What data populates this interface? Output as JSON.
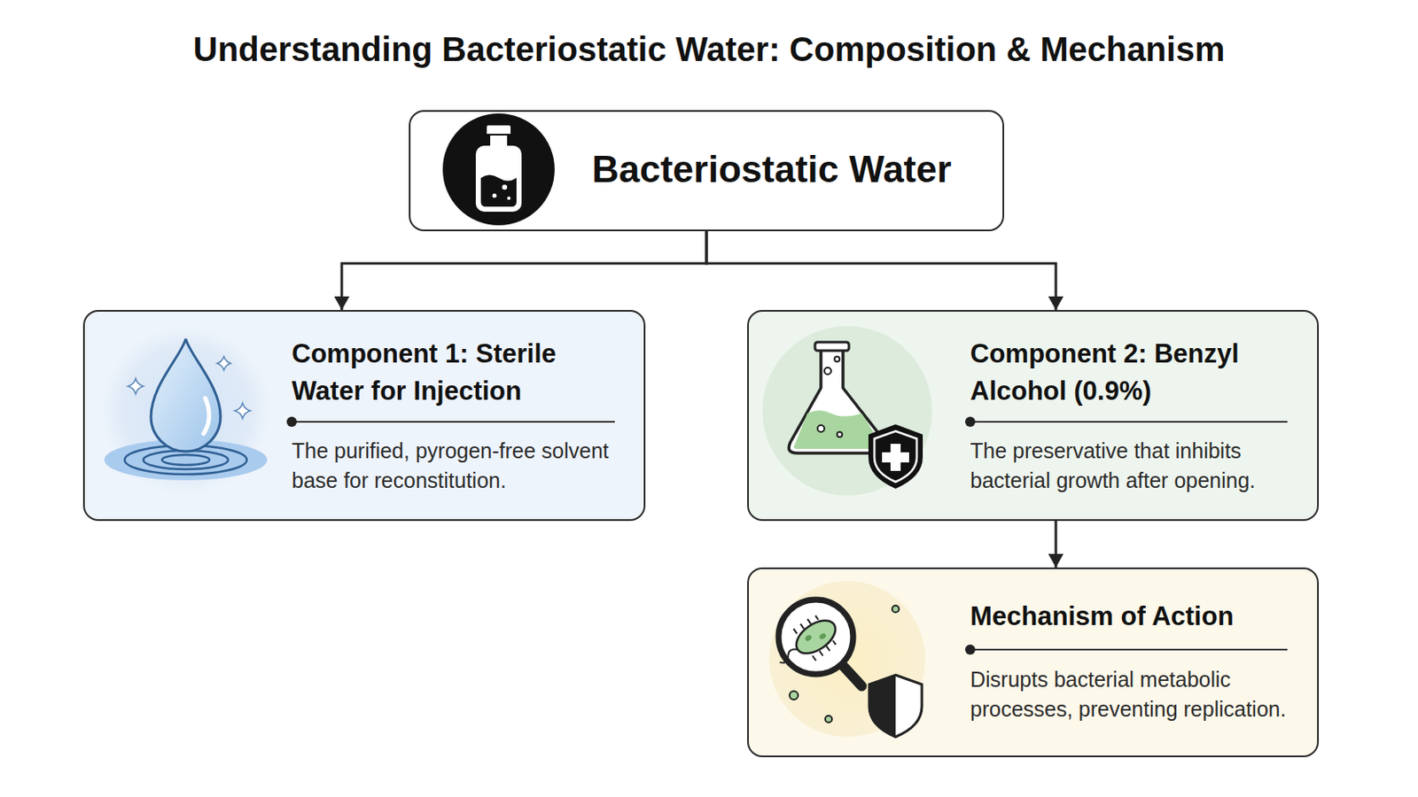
{
  "diagram": {
    "title": "Understanding Bacteriostatic Water: Composition & Mechanism",
    "nodes": [
      {
        "text": [
          "Bacteriostatic Water"
        ]
      },
      {
        "text": [
          "Component 1: Sterile Water for Injection",
          "The purified, pyrogen-free solvent base for reconstitution."
        ]
      },
      {
        "text": [
          "Component 2: Benzyl Alcohol (0.9%)",
          "The preservative that inhibits bacterial growth after opening."
        ]
      },
      {
        "text": [
          "Mechanism of Action",
          "Disrupts bacterial metabolic processes, preventing replication."
        ]
      }
    ],
    "edges": [
      {
        "from": 0,
        "to": 1,
        "arrow": "to"
      },
      {
        "from": 0,
        "to": 2,
        "arrow": "to"
      },
      {
        "from": 2,
        "to": 3,
        "arrow": "to"
      }
    ]
  }
}
